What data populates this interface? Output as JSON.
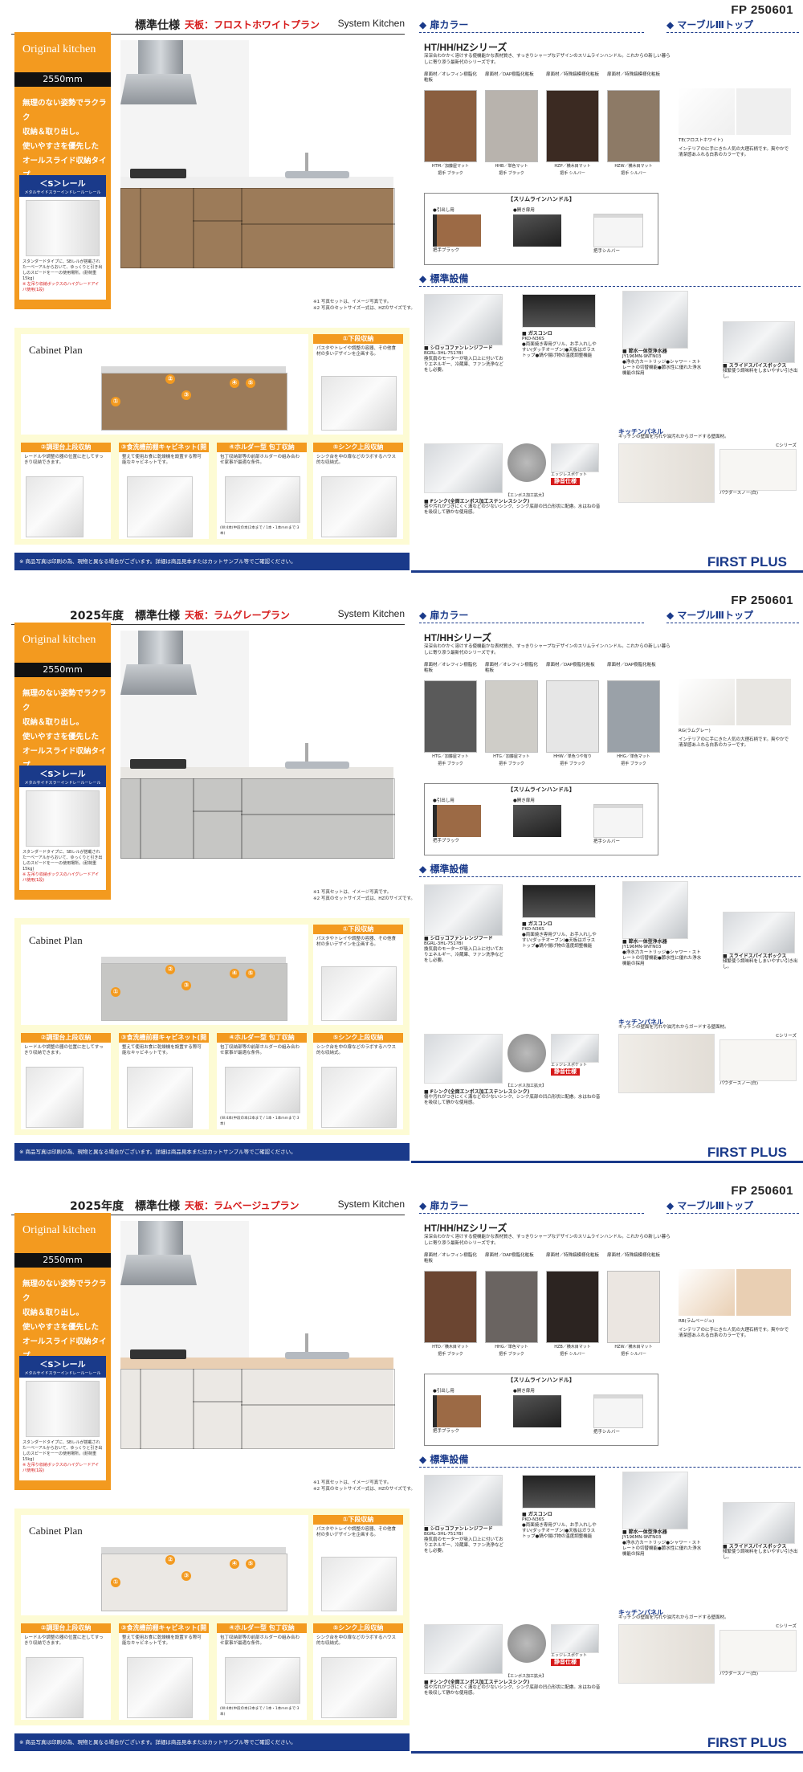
{
  "common": {
    "fp_code": "FP 250601",
    "system_kitchen": "System Kitchen",
    "door_color_head": "◆ 扉カラー",
    "marble_head": "◆ マーブルⅢトップ",
    "equip_head": "◆ 標準設備",
    "original_kitchen": "Original kitchen",
    "size": "2550mm",
    "features": [
      "無理のない姿勢でラクラク",
      "収納＆取り出し。",
      "使いやすさを優先した",
      "オールスライド収納タイプ。"
    ],
    "rail_title": "＜S＞レール",
    "rail_sub": "メタルサイドスラーインドレールーレール",
    "rail_note": "スタンダードタイプに、SBレルが搭載された一べーアルからおいて、ゆっくりと引き出しのスピードをーーの使用場所。(耐荷重15kg)",
    "rail_note_red": "※ 左吊り収納ボックスのハイグレードアイバ使用(1段)",
    "caption": [
      "※1 写真セットは、イメージ写真です。",
      "※2 写真のセットサイズ一式は、HZのサイズです。"
    ],
    "cabinet_plan": "Cabinet Plan",
    "box1_head": "①下段収納",
    "box1_text": "パスタやトレイや調整の容器、その他食材の多いデザインを企画する。",
    "box2_head": "②調理台上段収納",
    "box2_text": "レードルや調整の器の位置に左してすっきり収納できます。",
    "box3_head": "③食洗機前棚キャビネット(開き扉)",
    "box3_text": "整えて使用お食に乾燥機を設置する際可能なキャビネットです。",
    "box4_head": "④ホルダー型 包丁収納",
    "box4_text": "包丁収納部等の前部ホルダーの組み合わせ家事が最適な条件。",
    "box4_note": "(W:4本(中段の本)2本まで / 1本・1本mmまで:3本)",
    "box5_head": "⑤シンク上段収納",
    "box5_text": "シンク台を中の扉などのラボするハウス的な収納式。",
    "footer_note": "※ 商品写真は印刷の為、現物と異なる場合がございます。詳細は商品見本またはカットサンプル等でご確認ください。",
    "first_plus": "FIRST PLUS",
    "handle_title": "【スリムラインハンドル】",
    "handle_a": "●引出し用",
    "handle_b": "●開き扉用",
    "handle_black": "把手ブラック",
    "handle_silver": "把手シルバー",
    "hood_label": "■ シロッコファンレンジフード",
    "hood_model": "BGRL-3HL-751?BI",
    "hood_desc": "換気扇のモーターが吸入口上に付いておりエネルギー、冷蔵庫、ファン洗浄などをし必要。",
    "stove_label": "■ ガスコンロ",
    "stove_model": "PKD-N36S",
    "stove_desc": "●両面焼き専用グリル、お手入れしやすい(ダッチオーブン)●天板はガラストップ●鍋や揚げ物の温度調整機能",
    "faucet_label": "■ 節水一体型浄水器",
    "faucet_model": "JY196MN-9NTN03",
    "faucet_desc": "●浄水力カートリッジ●シャワー・ストレートの切替機能●節水性に優れた浄水機能の採用",
    "spice_label": "■ スライドスパイスボックス",
    "spice_desc": "頻繁使う調味料をしまいやすい引き出し。",
    "sink_label": "■ Fシンク(全面エンボス加工ステンレスシンク)",
    "sink_desc": "傷や汚れがつきにくく溝などの少ないシンク、シンク底部の凹凸形状に配慮。水はねの音を吸収して静かな使用感。",
    "emboss": "【エンボス加工拡大】",
    "pocket": "エッジレスポケット",
    "silent": "静音仕様",
    "panel_title": "キッチンパネル",
    "panel_desc": "キッチンの壁面を汚れや油汚れからガードする壁面材。",
    "panel_series": "Cシリーズ",
    "panel_color": "パウダースノー(白)"
  },
  "pages": [
    {
      "title": "標準仕様",
      "plan": "天板：フロストホワイトプラン",
      "series": "HT/HH/HZシリーズ",
      "series_desc": "深深合わかかく溶けする使機能かな表材質き、すっきりシャープなデザインのスリムラインハンドル。これからの新しい暮らしに寄り添う最新代のシリーズです。",
      "colors": {
        "wood_a": "#8a5e3f",
        "wood_b": "#b8b3ad",
        "wood_c": "#3b2a22",
        "wood_d": "#8d7a66",
        "counter": "#efefef",
        "cab": "#9c7b59"
      },
      "swatches": [
        {
          "label": "扉面材／オレフィン樹脂化粧板",
          "cap": "HTM／加藤屋マット",
          "handle": "把手 ブラック"
        },
        {
          "label": "扉面材／DAP樹脂化粧板",
          "cap": "HHB／単色マット",
          "handle": "把手 ブラック"
        },
        {
          "label": "扉面材／特殊縞模様化粧板",
          "cap": "HZP／横木目マット",
          "handle": "把手 シルバー"
        },
        {
          "label": "扉面材／特殊縞模様化粧板",
          "cap": "HZW／横木目マット",
          "handle": "把手 シルバー"
        }
      ],
      "marble_name": "TE(フロストホワイト)",
      "marble_desc": "インテリアのに手にきた人気の大理石柄です。爽やかで清潔感あふれる白系のカラーです。"
    },
    {
      "title": "2025年度　標準仕様",
      "plan": "天板：ラムグレープラン",
      "series": "HT/HHシリーズ",
      "series_desc": "深深合わかかく溶けする使機能かな表材質き、すっきりシャープなデザインのスリムラインハンドル。これからの新しい暮らしに寄り添う最新代のシリーズです。",
      "colors": {
        "wood_a": "#5a5a5a",
        "wood_b": "#cfcdc8",
        "wood_c": "#e6e6e6",
        "wood_d": "#9aa1a8",
        "counter": "#e8e6e2",
        "cab": "#c6c6c4"
      },
      "swatches": [
        {
          "label": "扉面材／オレフィン樹脂化粧板",
          "cap": "HTG／加藤屋マット",
          "handle": "把手 ブラック"
        },
        {
          "label": "扉面材／オレフィン樹脂化粧板",
          "cap": "HTG／加藤屋マット",
          "handle": "把手 ブラック"
        },
        {
          "label": "扉面材／DAP樹脂化粧板",
          "cap": "HHW／単色つや有り",
          "handle": "把手 ブラック"
        },
        {
          "label": "扉面材／DAP樹脂化粧板",
          "cap": "HHG／単色マット",
          "handle": "把手 ブラック"
        }
      ],
      "marble_name": "RG(ラムグレー)",
      "marble_desc": "インテリアのに手にきた人気の大理石柄です。爽やかで清潔感あふれる白系のカラーです。"
    },
    {
      "title": "2025年度　標準仕様",
      "plan": "天板：ラムベージュプラン",
      "series": "HT/HH/HZシリーズ",
      "series_desc": "深深合わかかく溶けする使機能かな表材質き、すっきりシャープなデザインのスリムラインハンドル。これからの新しい暮らしに寄り添う最新代のシリーズです。",
      "colors": {
        "wood_a": "#6b4531",
        "wood_b": "#6a6461",
        "wood_c": "#2c2421",
        "wood_d": "#ebe6e1",
        "counter": "#e9cfb3",
        "cab": "#ebe8e4"
      },
      "swatches": [
        {
          "label": "扉面材／オレフィン樹脂化粧板",
          "cap": "HTD／横木目マット",
          "handle": "把手 ブラック"
        },
        {
          "label": "扉面材／DAP樹脂化粧板",
          "cap": "HHG／単色マット",
          "handle": "把手 ブラック"
        },
        {
          "label": "扉面材／特殊縞模様化粧板",
          "cap": "HZB／横木目マット",
          "handle": "把手 シルバー"
        },
        {
          "label": "扉面材／特殊縞模様化粧板",
          "cap": "HZW／横木目マット",
          "handle": "把手 シルバー"
        }
      ],
      "marble_name": "RB(ラムベージュ)",
      "marble_desc": "インテリアのに手にきた人気の大理石柄です。爽やかで清潔感あふれる白系のカラーです。"
    }
  ]
}
